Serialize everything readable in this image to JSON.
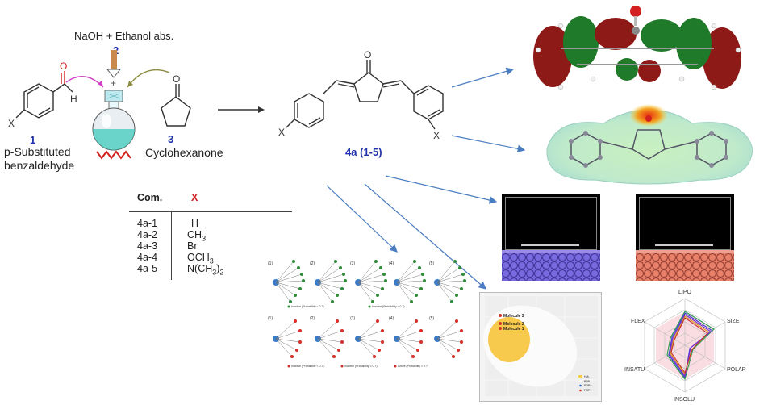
{
  "reagents": {
    "text": "NaOH  + Ethanol abs.",
    "num": "2"
  },
  "reactant1": {
    "num": "1",
    "label_line1": "p-Substituted",
    "label_line2": "benzaldehyde"
  },
  "reactant3": {
    "num": "3",
    "label": "Cyclohexanone"
  },
  "product": {
    "label": "4a (1-5)"
  },
  "atoms": {
    "O": "O",
    "H": "H",
    "X": "X",
    "plus": "+"
  },
  "table": {
    "headers": [
      "Com.",
      "X"
    ],
    "rows": [
      {
        "com": "4a-1",
        "x": "H"
      },
      {
        "com": "4a-2",
        "x": "CH3"
      },
      {
        "com": "4a-3",
        "x": "Br"
      },
      {
        "com": "4a-4",
        "x": "OCH3"
      },
      {
        "com": "4a-5",
        "x": "N(CH3)2"
      }
    ]
  },
  "network_panels": {
    "top_labels": [
      "(1)",
      "(2)",
      "(3)",
      "(4)",
      "(5)"
    ],
    "bottom_labels": [
      "(1)",
      "(2)",
      "(3)",
      "(4)",
      "(5)"
    ],
    "legend_inactive": "Inactive (Probability < 0.7)",
    "legend_active": "Active (Probability > 0.7)"
  },
  "boiled_egg": {
    "molecules": [
      "Molecule 3",
      "Molecule 2",
      "Molecule 1"
    ],
    "legend": [
      "HIA",
      "BBB",
      "PGP+",
      "PGP-"
    ],
    "colors": {
      "hia": "#f6f6f6",
      "bbb": "#f7c94d",
      "points": "#d9342b"
    }
  },
  "radar": {
    "axes": [
      "LIPO",
      "SIZE",
      "POLAR",
      "INSOLU",
      "INSATU",
      "FLEX"
    ]
  },
  "colors": {
    "arrow": "#4a7cc0",
    "purple_arrow": "#d040c0",
    "olive_arrow": "#8a8a40",
    "red_text": "#d02020"
  }
}
